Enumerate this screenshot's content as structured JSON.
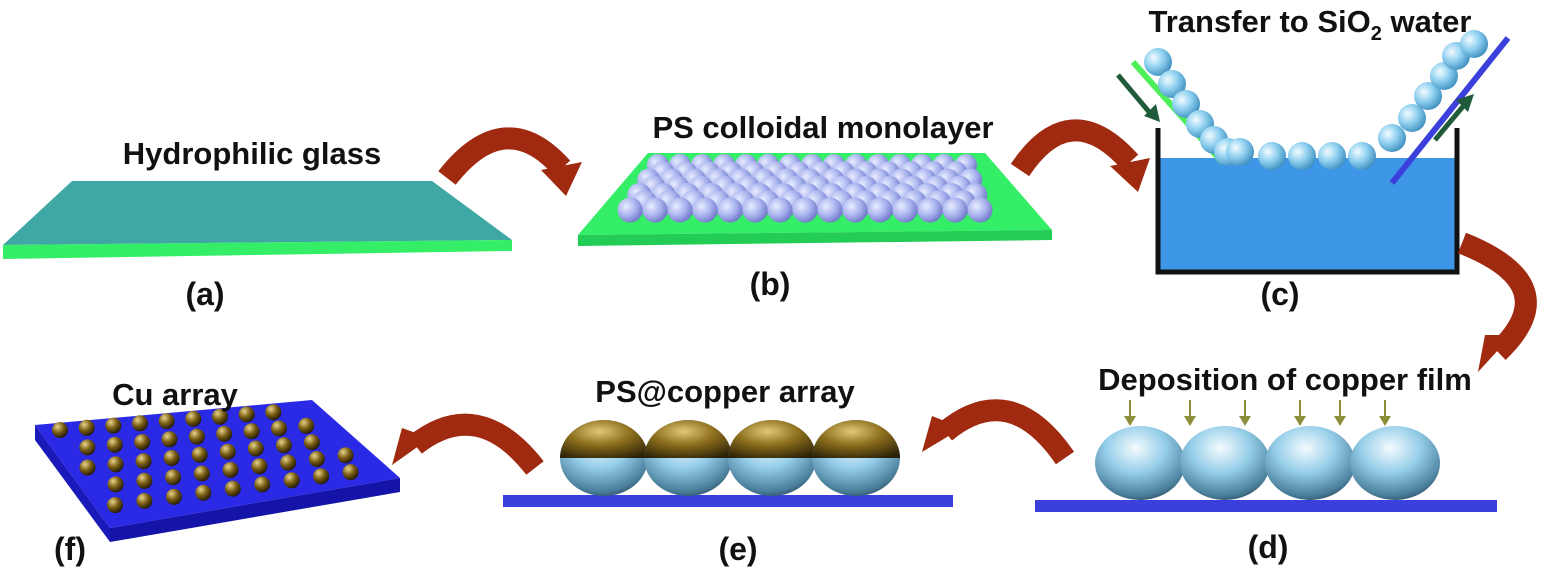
{
  "figure": {
    "a": {
      "panel": "(a)",
      "title": "Hydrophilic glass"
    },
    "b": {
      "panel": "(b)",
      "title": "PS colloidal monolayer"
    },
    "c": {
      "panel": "(c)",
      "title_pre": "Transfer to SiO",
      "title_sub": "2",
      "title_post": " water"
    },
    "d": {
      "panel": "(d)",
      "title": "Deposition of copper film"
    },
    "e": {
      "panel": "(e)",
      "title": "PS@copper array"
    },
    "f": {
      "panel": "(f)",
      "title": "Cu array"
    }
  },
  "colors": {
    "glass_top": "#3fa8a4",
    "glass_edge": "#33ee66",
    "sphere_ps": "#aab4ee",
    "water": "#3d96e6",
    "substrate": "#3b3fdc",
    "copper": "#6e5a16",
    "arrow": "#a02a10"
  }
}
